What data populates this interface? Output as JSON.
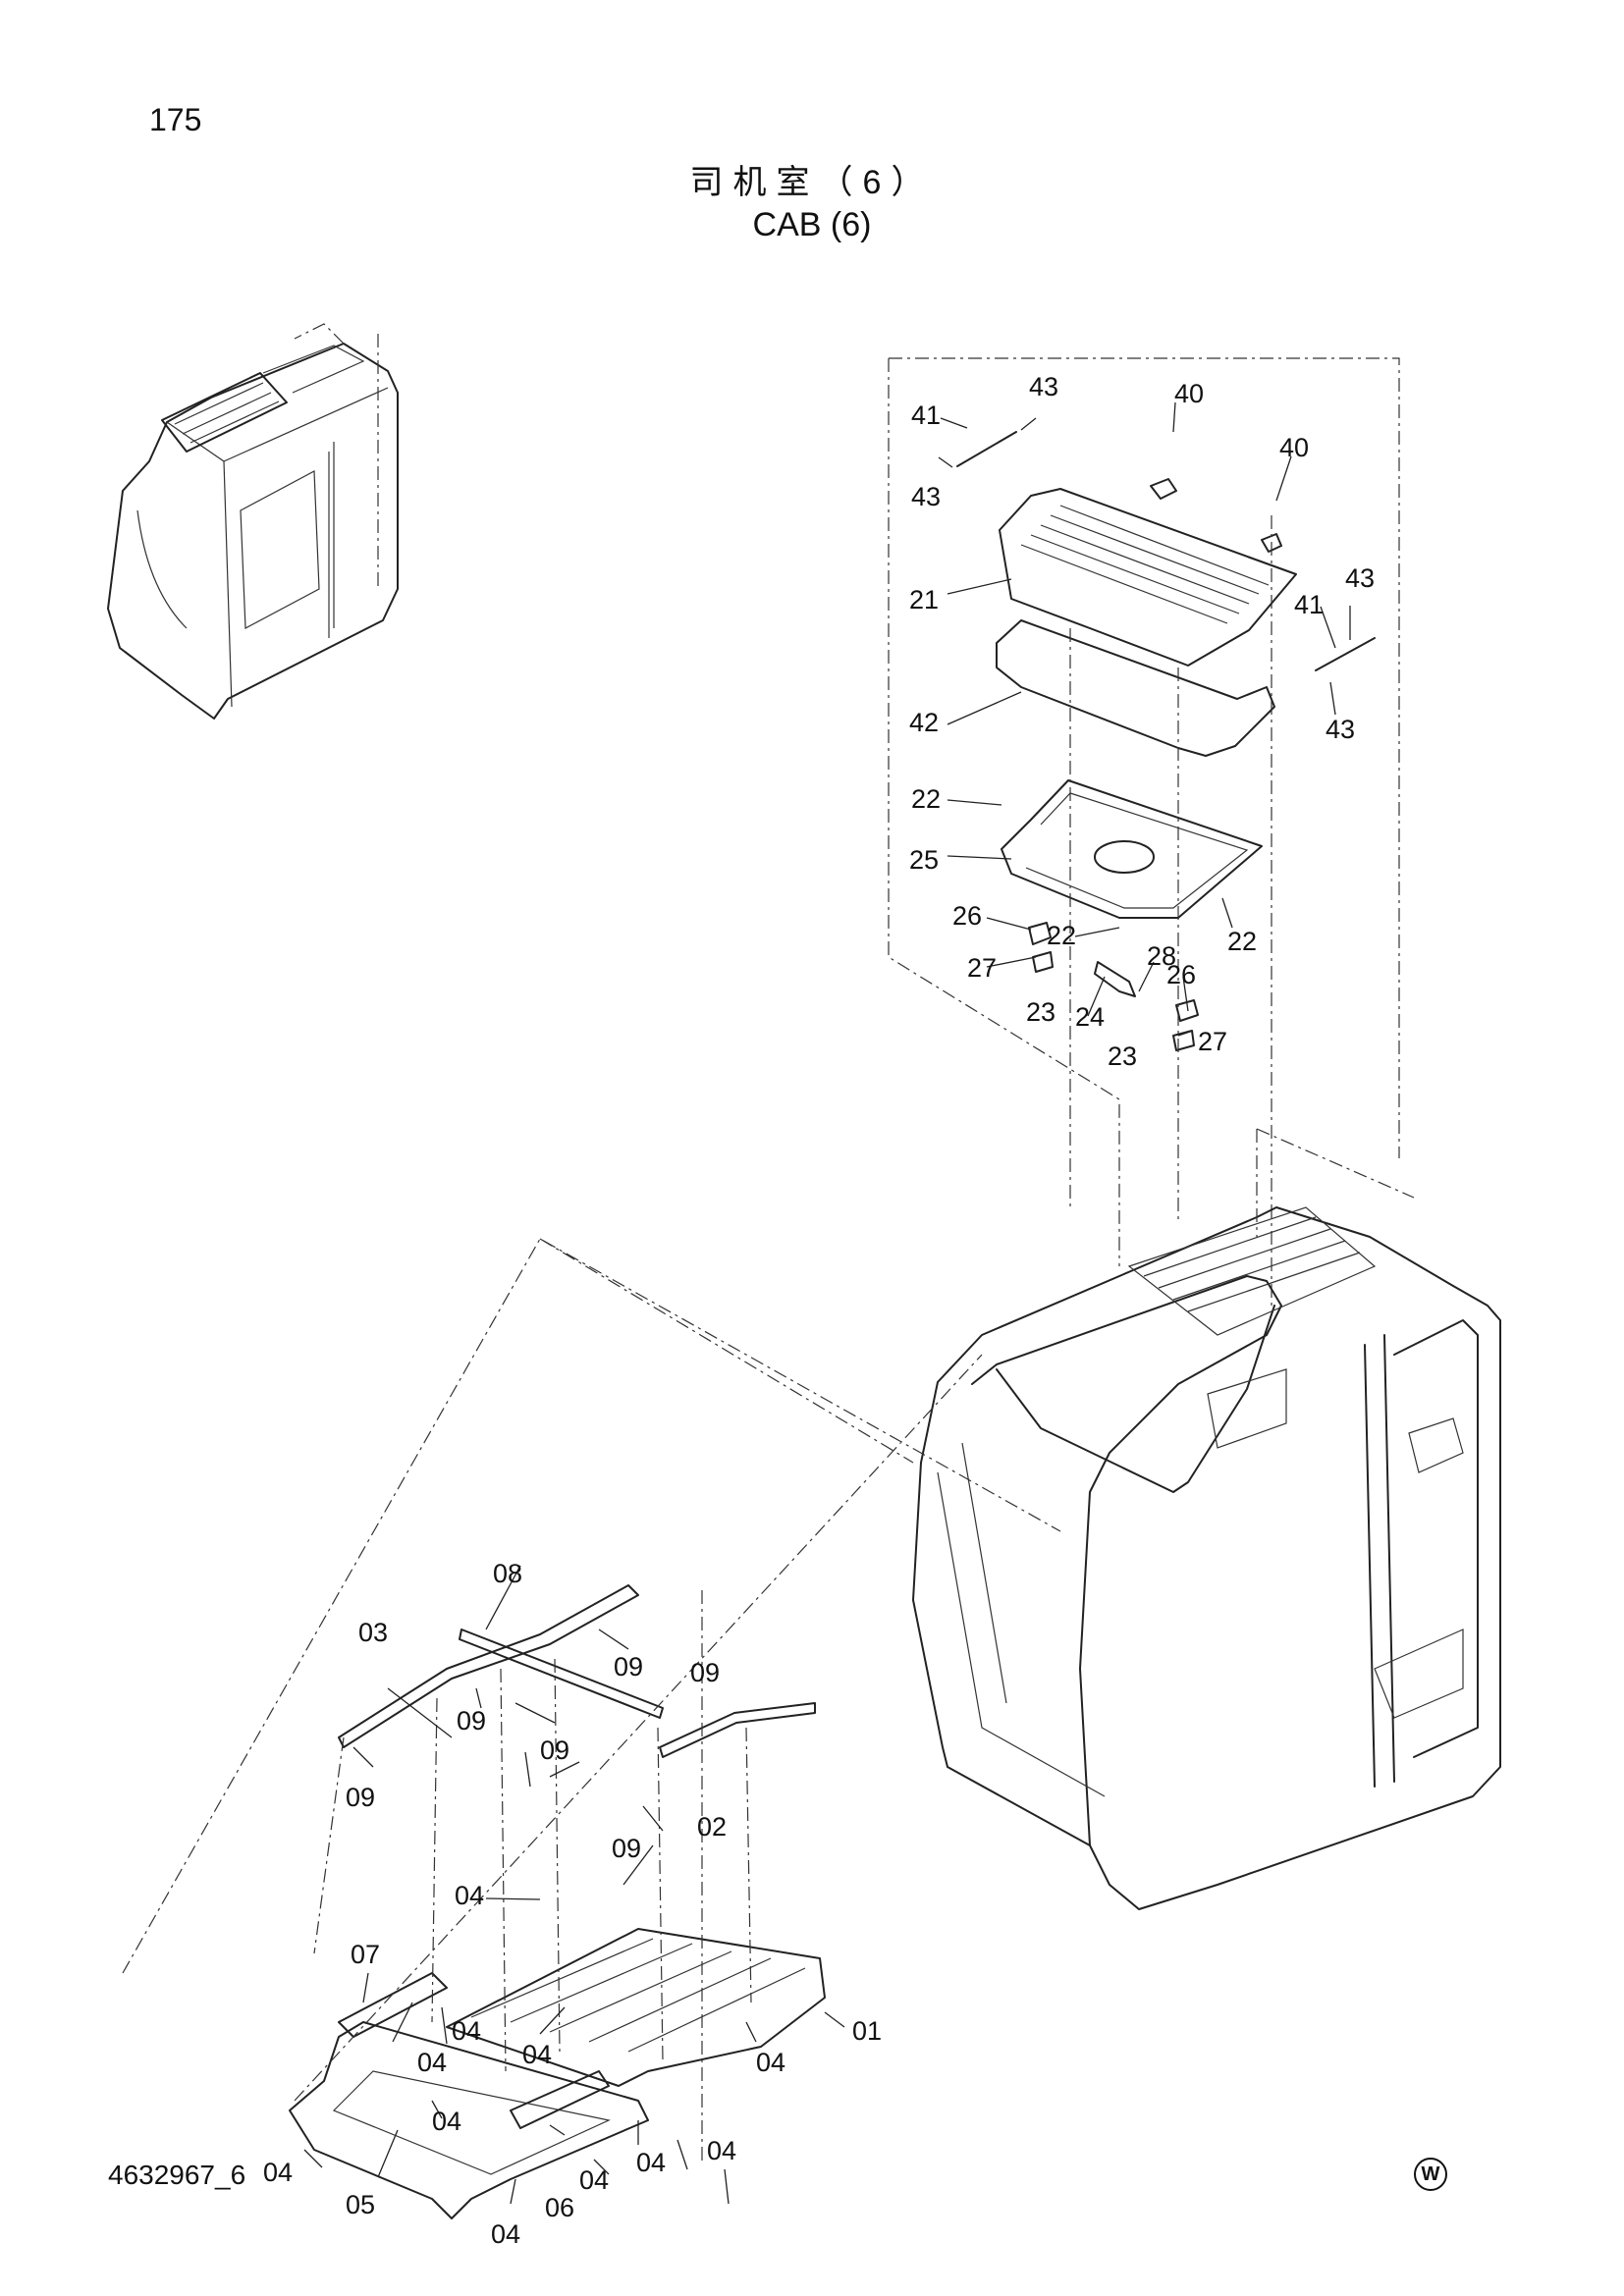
{
  "page": {
    "number": "175",
    "doc_code": "4632967_6",
    "mark": "W"
  },
  "title": {
    "cn": "司机室（6）",
    "en": "CAB (6)"
  },
  "parts": {
    "p01": "01",
    "p02": "02",
    "p03": "03",
    "p04": "04",
    "p05": "05",
    "p06": "06",
    "p07": "07",
    "p08": "08",
    "p09": "09",
    "p21": "21",
    "p22": "22",
    "p23": "23",
    "p24": "24",
    "p25": "25",
    "p26": "26",
    "p27": "27",
    "p28": "28",
    "p40": "40",
    "p41": "41",
    "p42": "42",
    "p43": "43"
  }
}
